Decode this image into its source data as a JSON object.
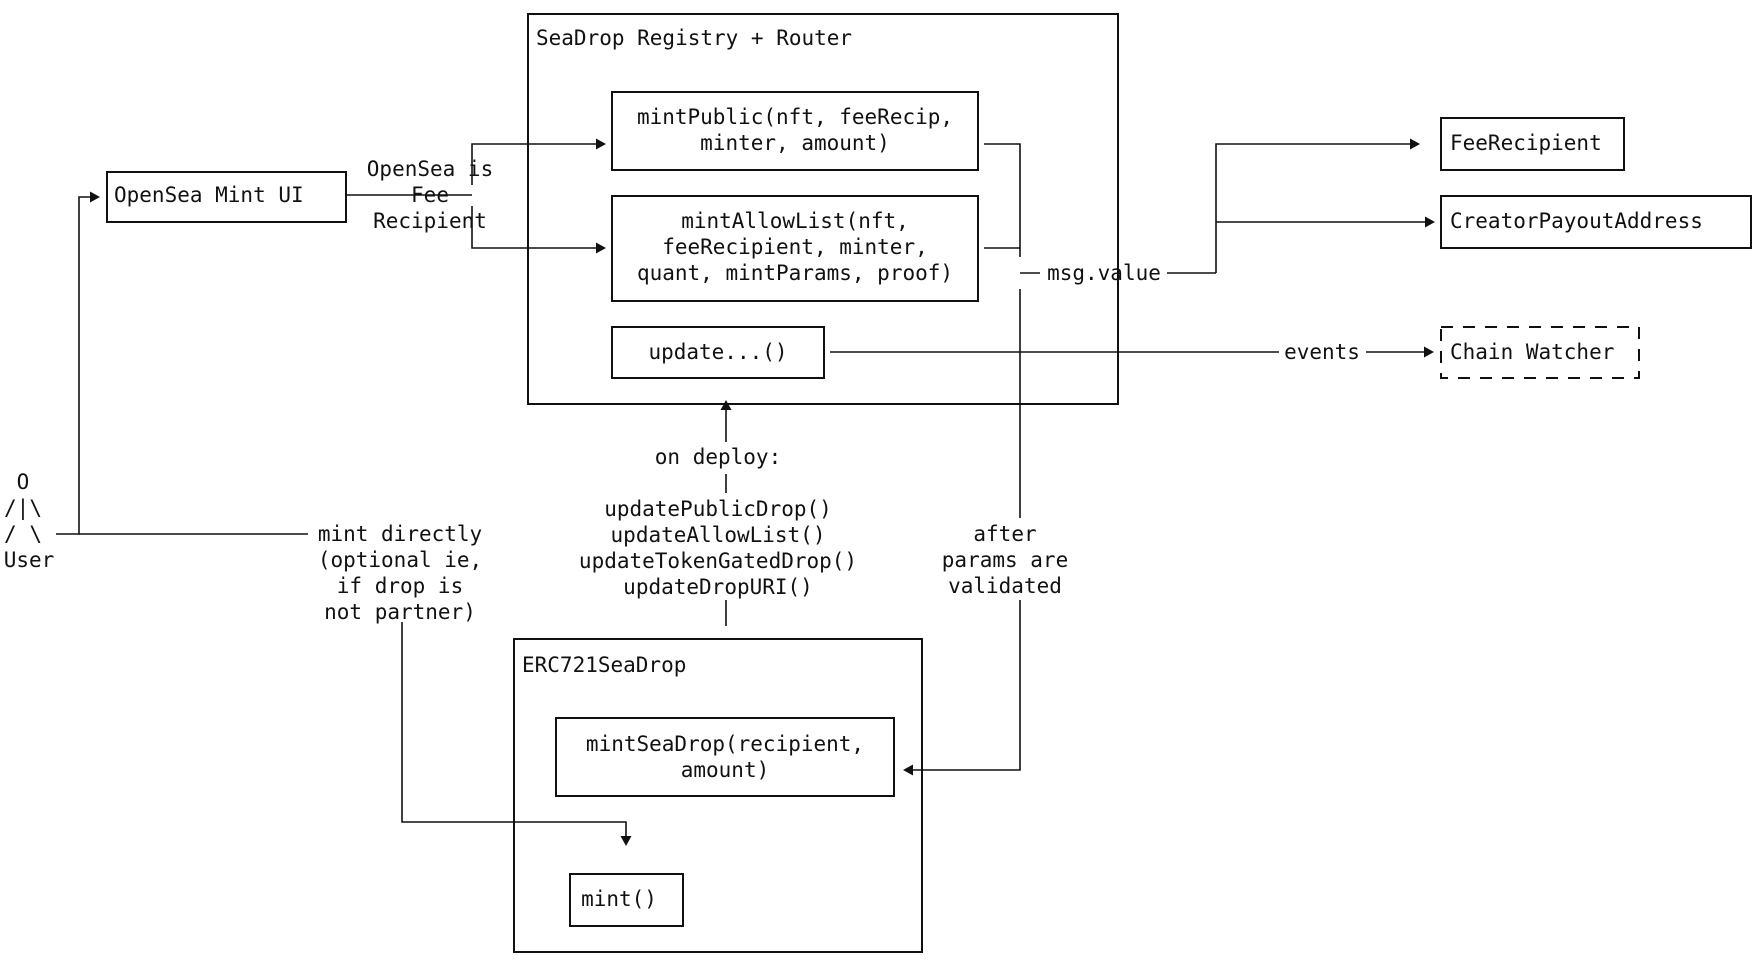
{
  "colors": {
    "background": "#ffffff",
    "ink": "#111111"
  },
  "actor": {
    "figure_lines": [
      "O",
      "/|\\",
      "/ \\"
    ],
    "label": "User"
  },
  "nodes": {
    "opensea_ui": {
      "label": "OpenSea Mint UI"
    },
    "registry": {
      "title": "SeaDrop Registry + Router"
    },
    "mint_public": {
      "lines": [
        "mintPublic(nft, feeRecip,",
        "minter, amount)"
      ]
    },
    "mint_allow_list": {
      "lines": [
        "mintAllowList(nft,",
        "feeRecipient, minter,",
        "quant, mintParams, proof)"
      ]
    },
    "update": {
      "label": "update...()"
    },
    "fee_recipient": {
      "label": "FeeRecipient"
    },
    "creator_payout": {
      "label": "CreatorPayoutAddress"
    },
    "chain_watcher": {
      "label": "Chain Watcher",
      "style": "dashed"
    },
    "erc721": {
      "title": "ERC721SeaDrop"
    },
    "mint_seadrop": {
      "lines": [
        "mintSeaDrop(recipient,",
        "amount)"
      ]
    },
    "mint": {
      "label": "mint()"
    }
  },
  "edge_labels": {
    "opensea_fee": [
      "OpenSea is",
      "Fee",
      "Recipient"
    ],
    "msg_value": "msg.value",
    "events": "events",
    "on_deploy": "on deploy:",
    "deploy_calls": [
      "updatePublicDrop()",
      "updateAllowList()",
      "updateTokenGatedDrop()",
      "updateDropURI()"
    ],
    "after_validated": [
      "after",
      "params are",
      "validated"
    ],
    "mint_directly": [
      "mint directly",
      "(optional ie,",
      "if drop is",
      "not partner)"
    ]
  }
}
